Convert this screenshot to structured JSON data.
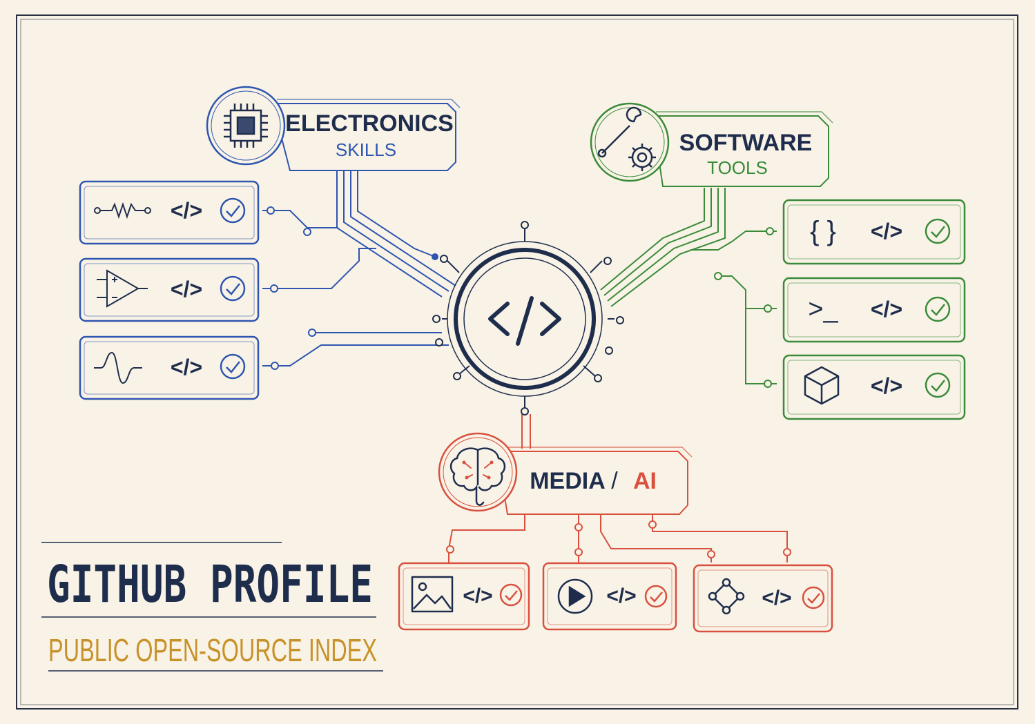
{
  "header": {
    "electronics": {
      "title": "ELECTRONICS",
      "subtitle": "SKILLS",
      "icon": "chip-icon"
    },
    "software": {
      "title": "SOFTWARE",
      "subtitle": "TOOLS",
      "icon": "wrench-gear-icon"
    },
    "media": {
      "title_a": "MEDIA",
      "title_sep": "/",
      "title_b": "AI",
      "icon": "brain-icon"
    }
  },
  "center": {
    "symbol": "</>",
    "icon": "code-icon"
  },
  "electronics_items": [
    {
      "icon": "resistor-icon",
      "code": "</>",
      "check": "check-icon"
    },
    {
      "icon": "amplifier-icon",
      "code": "</>",
      "check": "check-icon"
    },
    {
      "icon": "sine-wave-icon",
      "code": "</>",
      "check": "check-icon"
    }
  ],
  "software_items": [
    {
      "icon": "braces-icon",
      "glyph": "{ }",
      "code": "</>",
      "check": "check-icon"
    },
    {
      "icon": "terminal-icon",
      "glyph": ">_",
      "code": "</>",
      "check": "check-icon"
    },
    {
      "icon": "cube-icon",
      "code": "</>",
      "check": "check-icon"
    }
  ],
  "media_items": [
    {
      "icon": "image-icon",
      "code": "</>",
      "check": "check-icon"
    },
    {
      "icon": "play-icon",
      "code": "</>",
      "check": "check-icon"
    },
    {
      "icon": "graph-icon",
      "code": "</>",
      "check": "check-icon"
    }
  ],
  "footer": {
    "title": "GITHUB PROFILE",
    "subtitle": "PUBLIC OPEN-SOURCE INDEX"
  },
  "colors": {
    "background": "#f8f3e6",
    "ink": "#1f2d4d",
    "electronics": "#2f55b0",
    "software": "#3b8a3a",
    "media": "#d9503f",
    "accent_gold": "#c8922a"
  }
}
